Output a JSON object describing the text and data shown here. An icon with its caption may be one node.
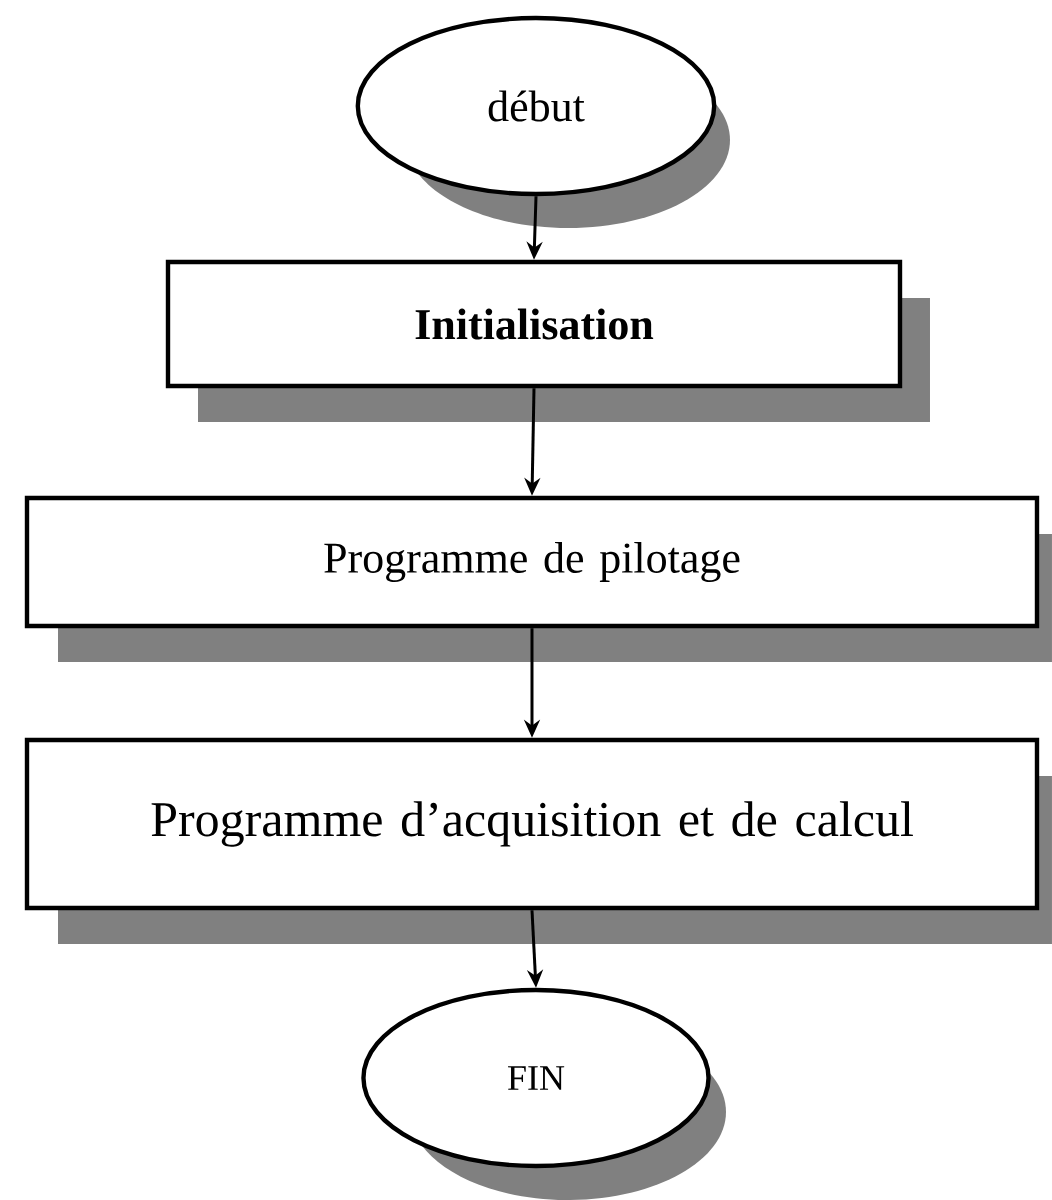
{
  "diagram": {
    "nodes": [
      {
        "text": [
          "début"
        ]
      },
      {
        "text": [
          "Initialisation"
        ]
      },
      {
        "text": [
          "Programme de pilotage"
        ]
      },
      {
        "text": [
          "Programme d’acquisition et de calcul"
        ]
      },
      {
        "text": [
          "FIN"
        ]
      }
    ],
    "edges": [
      {
        "from": 0,
        "to": 1,
        "arrow": "to"
      },
      {
        "from": 1,
        "to": 2,
        "arrow": "to"
      },
      {
        "from": 2,
        "to": 3,
        "arrow": "to"
      },
      {
        "from": 3,
        "to": 4,
        "arrow": "to"
      }
    ]
  }
}
